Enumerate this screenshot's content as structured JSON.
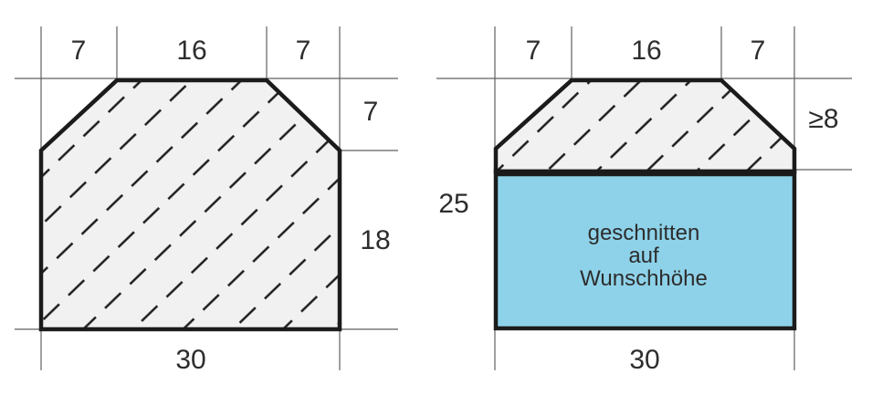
{
  "colors": {
    "outline": "#1b1b1b",
    "thin_line": "#606060",
    "hatch": "#1e1e1e",
    "profile_fill": "#f1f1f1",
    "cut_fill": "#8ed2e9",
    "text": "#2d2d2d"
  },
  "left_profile": {
    "top_left_width": "7",
    "top_middle_width": "16",
    "top_right_width": "7",
    "chamfer_height": "7",
    "side_height": "18",
    "bottom_width": "30"
  },
  "right_profile": {
    "top_left_width": "7",
    "top_middle_width": "16",
    "top_right_width": "7",
    "min_top_height": "≥8",
    "total_height": "25",
    "bottom_width": "30",
    "cut_label": {
      "line1": "geschnitten",
      "line2": "auf",
      "line3": "Wunschhöhe"
    }
  }
}
